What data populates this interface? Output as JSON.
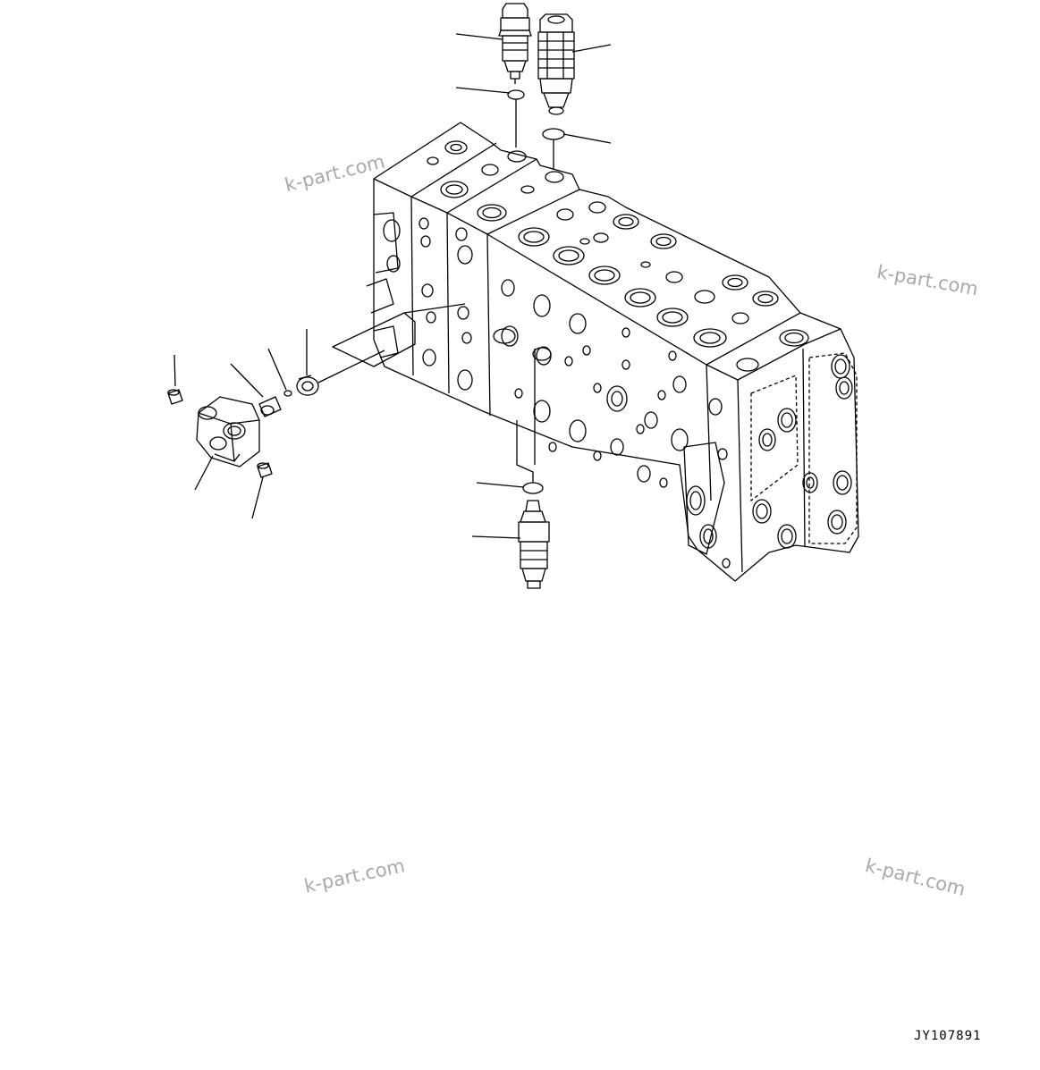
{
  "watermarks": [
    "k-part.com",
    "k-part.com",
    "k-part.com",
    "k-part.com"
  ],
  "figure_id": "JY107891",
  "colors": {
    "line": "#000000",
    "watermark": "#a9a9a9",
    "background": "#ffffff"
  }
}
